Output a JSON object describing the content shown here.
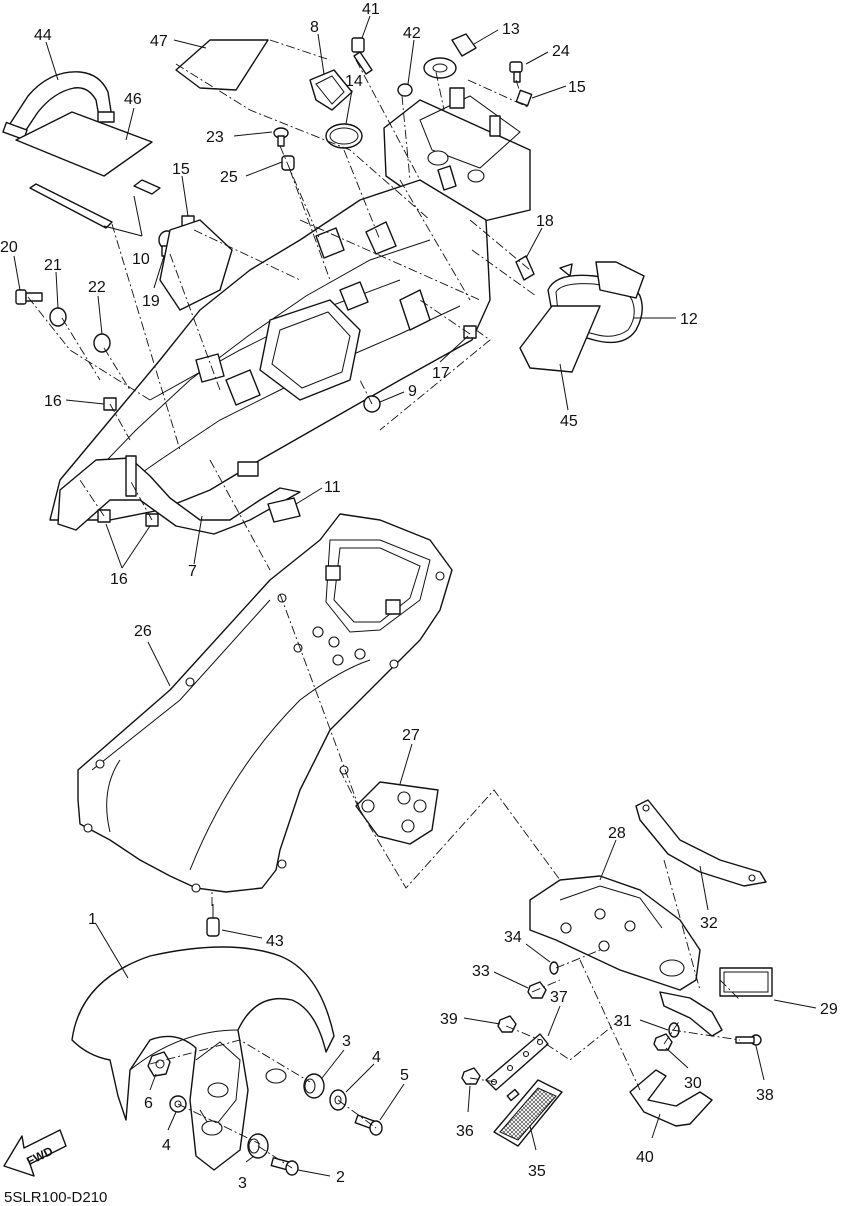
{
  "diagram": {
    "code": "5SLR100-D210",
    "fwd_label": "FWD",
    "labels": [
      {
        "id": "p44",
        "text": "44"
      },
      {
        "id": "p47",
        "text": "47"
      },
      {
        "id": "p8",
        "text": "8"
      },
      {
        "id": "p41",
        "text": "41"
      },
      {
        "id": "p42",
        "text": "42"
      },
      {
        "id": "p13",
        "text": "13"
      },
      {
        "id": "p24",
        "text": "24"
      },
      {
        "id": "p15a",
        "text": "15"
      },
      {
        "id": "p46",
        "text": "46"
      },
      {
        "id": "p14",
        "text": "14"
      },
      {
        "id": "p23",
        "text": "23"
      },
      {
        "id": "p25",
        "text": "25"
      },
      {
        "id": "p15b",
        "text": "15"
      },
      {
        "id": "p10",
        "text": "10"
      },
      {
        "id": "p19",
        "text": "19"
      },
      {
        "id": "p18",
        "text": "18"
      },
      {
        "id": "p20",
        "text": "20"
      },
      {
        "id": "p21",
        "text": "21"
      },
      {
        "id": "p22",
        "text": "22"
      },
      {
        "id": "p12",
        "text": "12"
      },
      {
        "id": "p17",
        "text": "17"
      },
      {
        "id": "p9",
        "text": "9"
      },
      {
        "id": "p45",
        "text": "45"
      },
      {
        "id": "p16a",
        "text": "16"
      },
      {
        "id": "p11",
        "text": "11"
      },
      {
        "id": "p16b",
        "text": "16"
      },
      {
        "id": "p7",
        "text": "7"
      },
      {
        "id": "p26",
        "text": "26"
      },
      {
        "id": "p27",
        "text": "27"
      },
      {
        "id": "p28",
        "text": "28"
      },
      {
        "id": "p32",
        "text": "32"
      },
      {
        "id": "p1",
        "text": "1"
      },
      {
        "id": "p43",
        "text": "43"
      },
      {
        "id": "p34",
        "text": "34"
      },
      {
        "id": "p33",
        "text": "33"
      },
      {
        "id": "p37",
        "text": "37"
      },
      {
        "id": "p29",
        "text": "29"
      },
      {
        "id": "p39",
        "text": "39"
      },
      {
        "id": "p31",
        "text": "31"
      },
      {
        "id": "p3a",
        "text": "3"
      },
      {
        "id": "p4a",
        "text": "4"
      },
      {
        "id": "p5",
        "text": "5"
      },
      {
        "id": "p6",
        "text": "6"
      },
      {
        "id": "p30",
        "text": "30"
      },
      {
        "id": "p38",
        "text": "38"
      },
      {
        "id": "p36",
        "text": "36"
      },
      {
        "id": "p4b",
        "text": "4"
      },
      {
        "id": "p40",
        "text": "40"
      },
      {
        "id": "p3b",
        "text": "3"
      },
      {
        "id": "p2",
        "text": "2"
      },
      {
        "id": "p35",
        "text": "35"
      }
    ]
  }
}
